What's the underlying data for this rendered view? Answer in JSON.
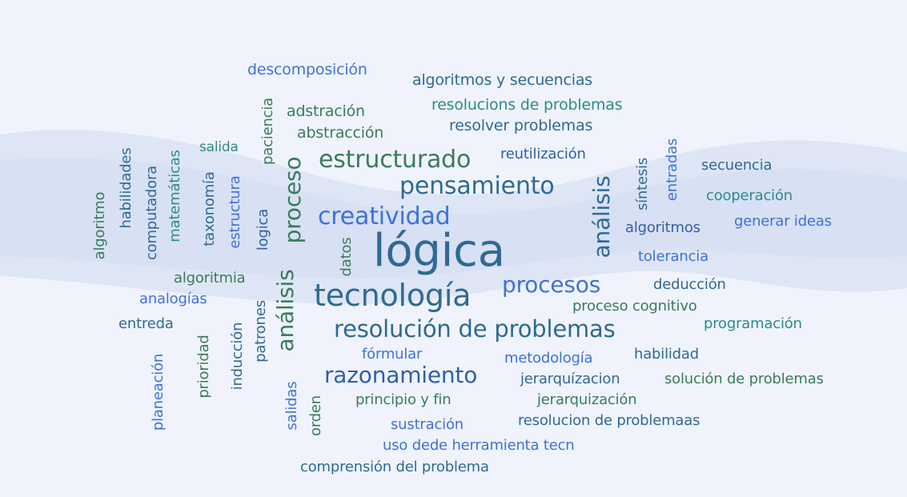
{
  "word_cloud": {
    "words": [
      "descomposición",
      "algoritmos y secuencias",
      "resolucions de problemas",
      "adstración",
      "resolver problemas",
      "abstracción",
      "paciencia",
      "salida",
      "reutilización",
      "estructurado",
      "secuencia",
      "entradas",
      "síntesis",
      "pensamiento",
      "cooperación",
      "habilidades",
      "matemáticas",
      "taxonomía",
      "proceso",
      "análisis",
      "generar ideas",
      "algoritmo",
      "computadora",
      "estructura",
      "logica",
      "creatividad",
      "algoritmos",
      "datos",
      "lógica",
      "tolerancia",
      "algoritmia",
      "análisis",
      "procesos",
      "deducción",
      "analogías",
      "tecnología",
      "proceso cognitivo",
      "patrones",
      "entreda",
      "programación",
      "resolución de problemas",
      "prioridad",
      "inducción",
      "fórmular",
      "habilidad",
      "metodología",
      "planeación",
      "razonamiento",
      "jerarquízacion",
      "solución de problemas",
      "salidas",
      "orden",
      "principio y fin",
      "jerarquización",
      "sustración",
      "resolucion de problemaas",
      "uso dede herramienta tecn",
      "comprensión del problema"
    ]
  },
  "colors": {
    "background": "#f0f3fc",
    "wave": "#d9e1f4",
    "teal_blue": "#2f6a93",
    "green": "#3a7b5c",
    "bright_blue": "#3e72d8"
  }
}
